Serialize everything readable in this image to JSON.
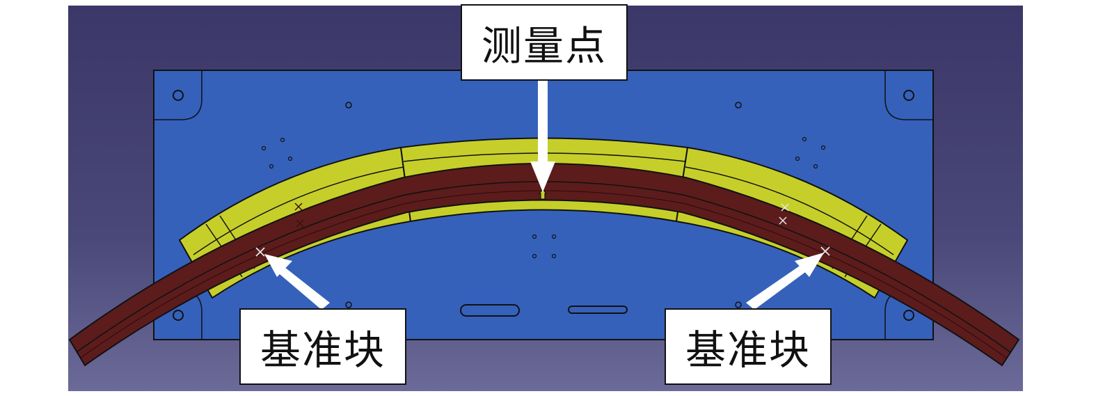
{
  "labels": {
    "measurement_point": "测量点",
    "datum_block_left": "基准块",
    "datum_block_right": "基准块"
  },
  "colors": {
    "background_top": "#3b3768",
    "background_bottom": "#6b6a98",
    "base_plate": "#3561bb",
    "fixture_yellow": "#c6cf2a",
    "fixture_yellow_dark": "#a3ab1c",
    "part_red": "#5c1c1c",
    "outline": "#111111",
    "arrow": "#ffffff"
  },
  "icons": [
    "measurement-marker-icon",
    "datum-marker-icon",
    "cross-marker-icon"
  ]
}
